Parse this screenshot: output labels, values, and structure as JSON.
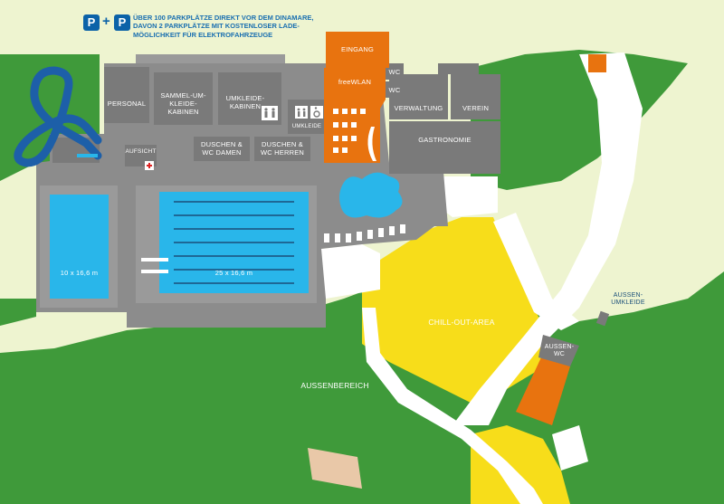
{
  "parking": {
    "badge_letter": "P",
    "plus": "+",
    "lines": [
      "ÜBER 100 PARKPLÄTZE DIREKT VOR DEM DINAMARE,",
      "DAVON 2 PARKPLÄTZE MIT KOSTENLOSER LADE-",
      "MÖGLICHKEIT FÜR ELEKTROFAHRZEUGE"
    ]
  },
  "rooms": {
    "personal": "PERSONAL",
    "sammel": [
      "SAMMEL-UM-",
      "KLEIDE-",
      "KABINEN"
    ],
    "umkleide": [
      "UMKLEIDE-",
      "KABINEN"
    ],
    "umkleide_small": "UMKLEIDE",
    "aufsicht": "AUFSICHT",
    "duschen_damen": [
      "DUSCHEN &",
      "WC DAMEN"
    ],
    "duschen_herren": [
      "DUSCHEN &",
      "WC HERREN"
    ],
    "eingang": "EINGANG",
    "wlan": "freeWLAN",
    "wc1": "WC",
    "wc2": "WC",
    "verwaltung": "VERWALTUNG",
    "verein": "VEREIN",
    "gastronomie": "GASTRONOMIE"
  },
  "pools": {
    "small": "10 x 16,6 m",
    "large": "25 x 16,6 m"
  },
  "areas": {
    "chill": "CHILL-OUT-AREA",
    "aussenbereich": "AUSSENBEREICH",
    "aussen_wc": [
      "AUSSEN-",
      "WC"
    ],
    "aussen_umkleide": [
      "AUSSEN-",
      "UMKLEIDE"
    ]
  },
  "colors": {
    "grass": "#3f9a3a",
    "path": "#ffffff",
    "building": "#8c8c8c",
    "room": "#7a7a7a",
    "water": "#29b6ea",
    "orange": "#e8730f",
    "yellow": "#f7dd1a",
    "slide": "#1d5fa8",
    "brand_blue": "#0b62a8"
  },
  "icons": [
    "parking-icon",
    "toilet-icon",
    "wheelchair-icon",
    "first-aid-icon",
    "water-slide-icon"
  ]
}
